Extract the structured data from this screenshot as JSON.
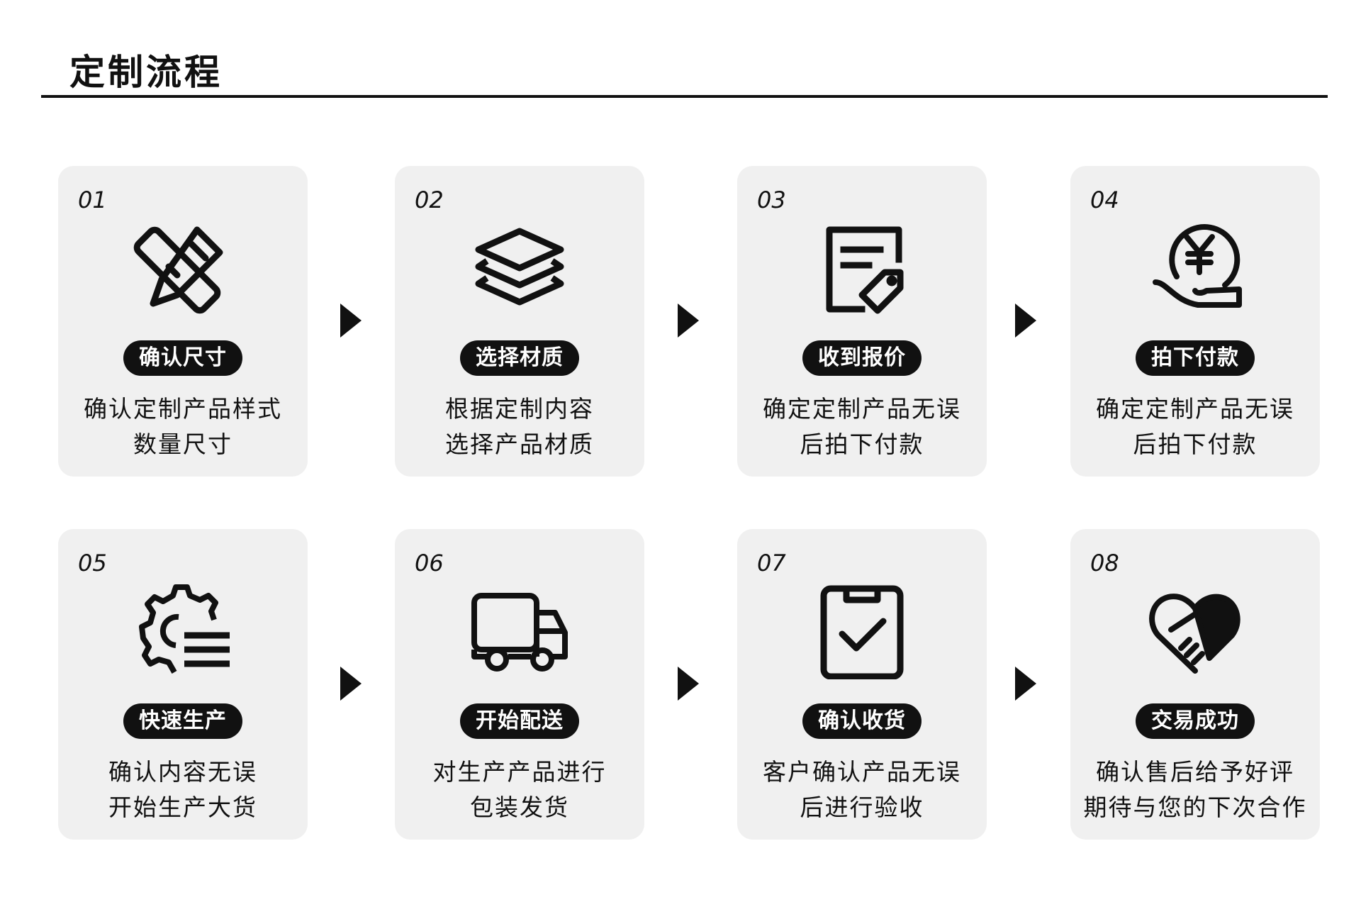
{
  "header": {
    "title": "定制流程"
  },
  "steps": [
    {
      "num": "01",
      "title": "确认尺寸",
      "desc": [
        "确认定制产品样式",
        "数量尺寸"
      ],
      "icon": "pencil-ruler-icon"
    },
    {
      "num": "02",
      "title": "选择材质",
      "desc": [
        "根据定制内容",
        "选择产品材质"
      ],
      "icon": "layers-icon"
    },
    {
      "num": "03",
      "title": "收到报价",
      "desc": [
        "确定定制产品无误",
        "后拍下付款"
      ],
      "icon": "price-document-icon"
    },
    {
      "num": "04",
      "title": "拍下付款",
      "desc": [
        "确定定制产品无误",
        "后拍下付款"
      ],
      "icon": "hand-yuan-coin-icon"
    },
    {
      "num": "05",
      "title": "快速生产",
      "desc": [
        "确认内容无误",
        "开始生产大货"
      ],
      "icon": "gear-production-icon"
    },
    {
      "num": "06",
      "title": "开始配送",
      "desc": [
        "对生产产品进行",
        "包装发货"
      ],
      "icon": "delivery-truck-icon"
    },
    {
      "num": "07",
      "title": "确认收货",
      "desc": [
        "客户确认产品无误",
        "后进行验收"
      ],
      "icon": "clipboard-check-icon"
    },
    {
      "num": "08",
      "title": "交易成功",
      "desc": [
        "确认售后给予好评",
        "期待与您的下次合作"
      ],
      "icon": "handshake-heart-icon"
    }
  ]
}
